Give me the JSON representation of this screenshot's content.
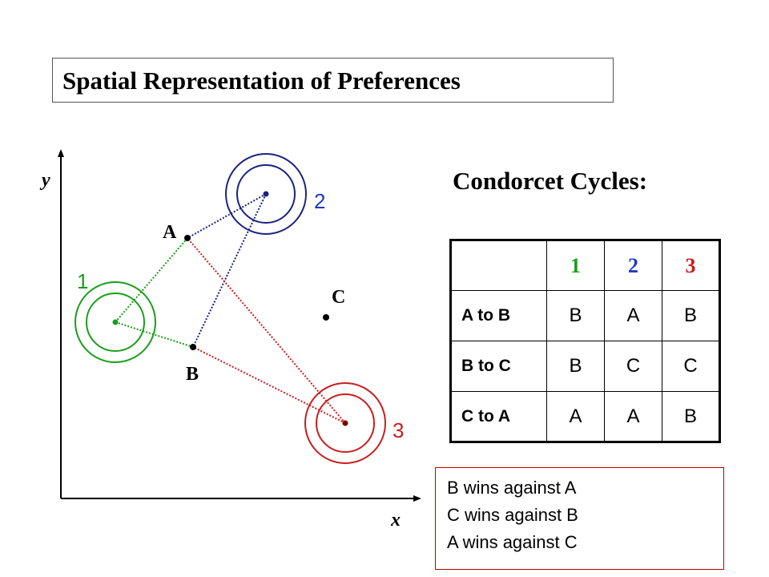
{
  "title": "Spatial Representation  of Preferences",
  "axes": {
    "x_label": "x",
    "y_label": "y"
  },
  "alternatives": [
    {
      "label": "A"
    },
    {
      "label": "B"
    },
    {
      "label": "C"
    }
  ],
  "voters": [
    {
      "label": "1",
      "color": "#1a9e1a"
    },
    {
      "label": "2",
      "color": "#1e3ac8"
    },
    {
      "label": "3",
      "color": "#c81e1e"
    }
  ],
  "cycles_heading": "Condorcet Cycles:",
  "table": {
    "columns": [
      {
        "label": "1",
        "color": "#1a9e1a"
      },
      {
        "label": "2",
        "color": "#1e3ac8"
      },
      {
        "label": "3",
        "color": "#c81e1e"
      }
    ],
    "rows": [
      {
        "label": "A to B",
        "cells": [
          "B",
          "A",
          "B"
        ]
      },
      {
        "label": "B to C",
        "cells": [
          "B",
          "C",
          "C"
        ]
      },
      {
        "label": "C to A",
        "cells": [
          "A",
          "A",
          "B"
        ]
      }
    ]
  },
  "results": [
    "B wins against A",
    "C wins against B",
    "A wins against C"
  ]
}
